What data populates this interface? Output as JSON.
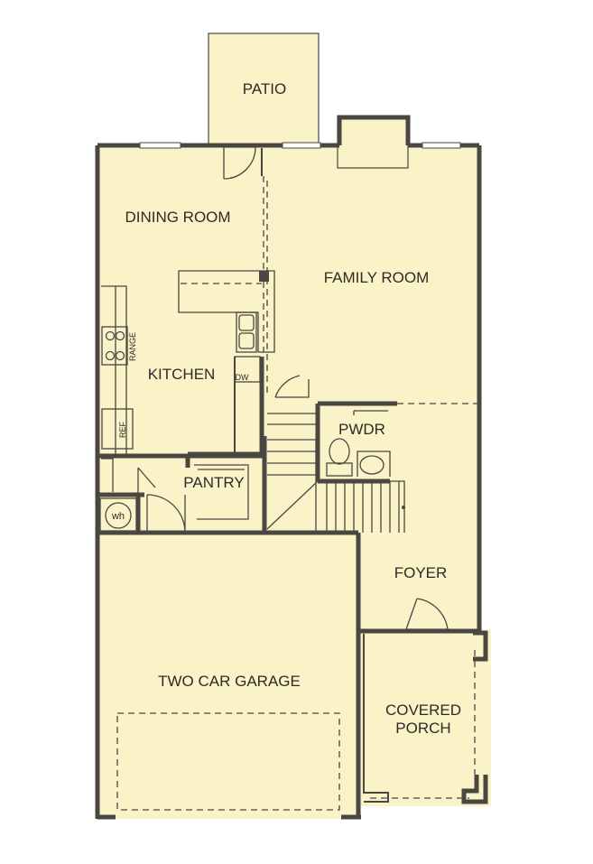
{
  "colors": {
    "floor": "#fbf3c8",
    "wall": "#4a4642",
    "window": "#ffffff",
    "label": "#2e2a26"
  },
  "rooms": {
    "patio": "PATIO",
    "dining_room": "DINING ROOM",
    "family_room": "FAMILY ROOM",
    "kitchen": "KITCHEN",
    "pwdr": "PWDR",
    "pantry": "PANTRY",
    "foyer": "FOYER",
    "two_car_garage": "TWO CAR GARAGE",
    "covered_porch_line1": "COVERED",
    "covered_porch_line2": "PORCH"
  },
  "fixtures": {
    "range": "RANGE",
    "refrigerator": "REF",
    "dishwasher": "DW",
    "water_heater": "wh"
  }
}
